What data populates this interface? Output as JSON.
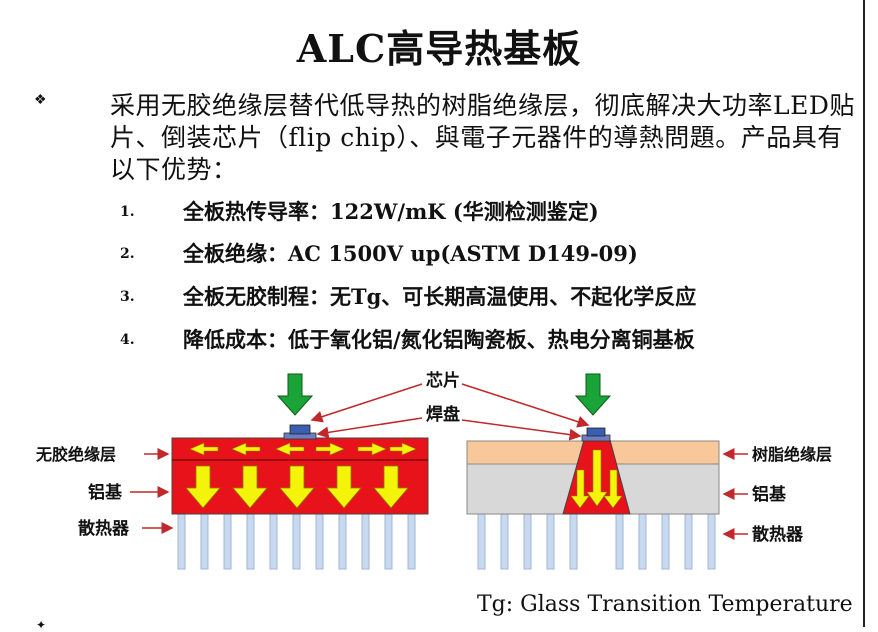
{
  "title": "ALC高导热基板",
  "intro_bullet_icon": "diamond-bullet-icon",
  "intro": "采用无胶绝缘层替代低导热的树脂绝缘层，彻底解决大功率LED贴片、倒装芯片（flip chip）、與電子元器件的導熱問題。产品具有以下优势：",
  "list": [
    {
      "num": "1.",
      "text": "全板热传导率：122W/mK (华测检测鉴定)"
    },
    {
      "num": "2.",
      "text": "全板绝缘：AC 1500V up(ASTM D149-09)"
    },
    {
      "num": "3.",
      "text": "全板无胶制程：无Tg、可长期高温使用、不起化学反应"
    },
    {
      "num": "4.",
      "text": "降低成本：低于氧化铝/氮化铝陶瓷板、热电分离铜基板"
    }
  ],
  "diagram": {
    "chip_label": "芯片",
    "pad_label": "焊盘",
    "left_labels": [
      "无胶绝缘层",
      "铝基",
      "散热器"
    ],
    "right_labels": [
      "树脂绝缘层",
      "铝基",
      "散热器"
    ],
    "colors": {
      "aluminum_red": "#e8121b",
      "arrow_yellow": "#f4f40a",
      "arrow_green": "#1aa336",
      "resin": "#f8c79a",
      "gray_al": "#d8d8d8",
      "fin": "#c8d9f0",
      "pad": "#3a5fb0",
      "pointer": "#c0282b"
    }
  },
  "footnote": "Tg: Glass Transition Temperature",
  "bottom_mark": "✦"
}
